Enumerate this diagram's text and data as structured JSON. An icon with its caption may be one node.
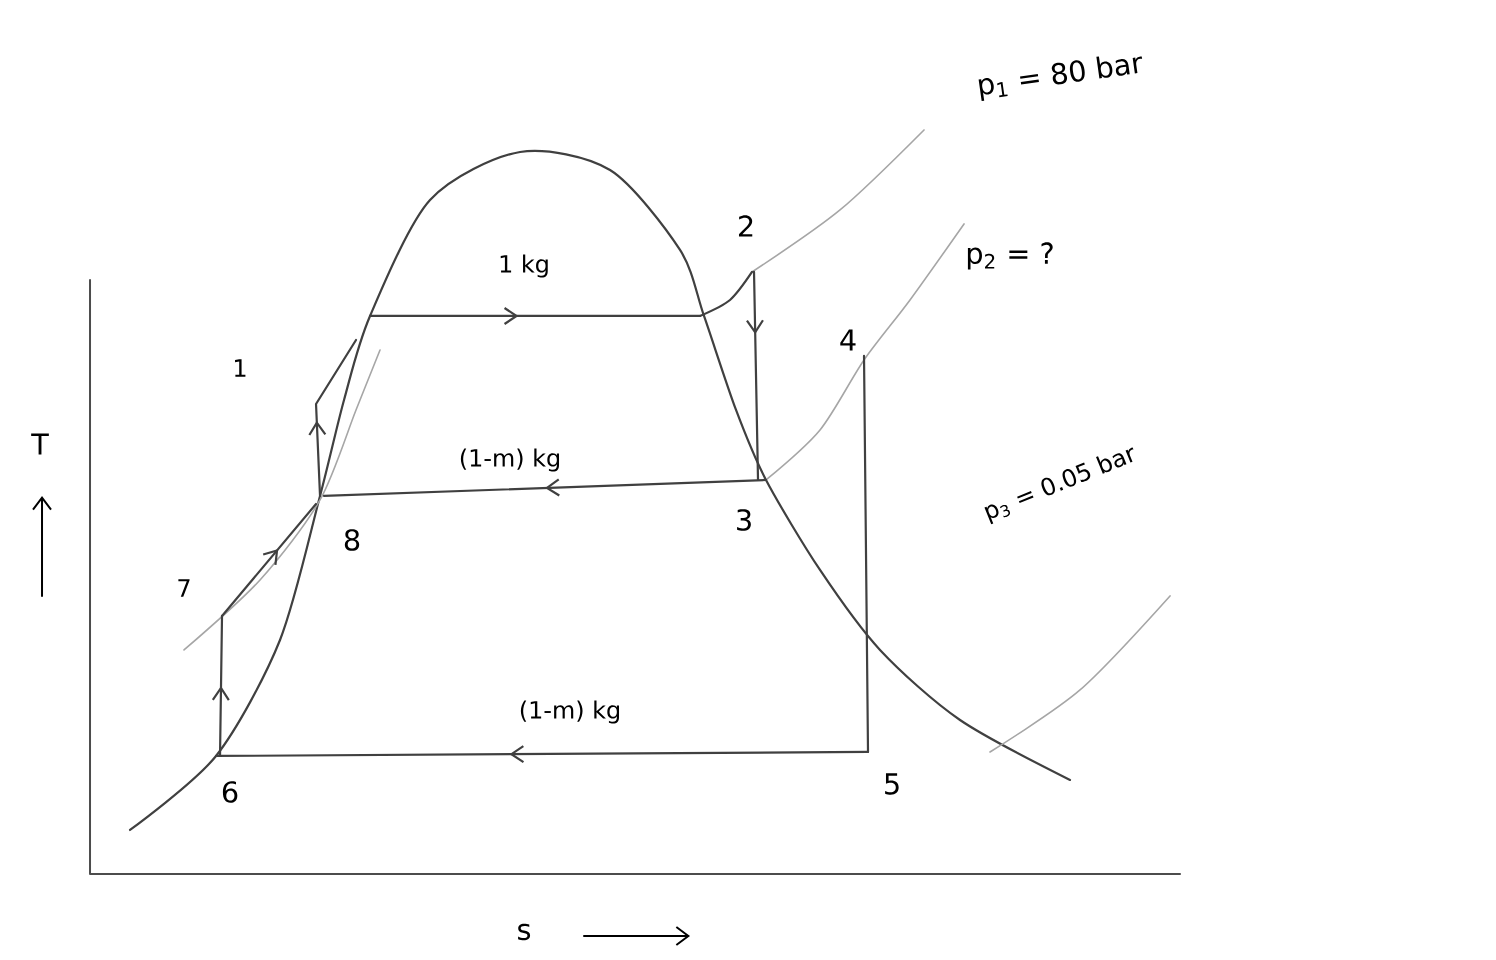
{
  "diagram": {
    "labels": [
      "p$_{1}$ = 80 bar",
      "2",
      "1 kg",
      "p$_{2}$ = ?",
      "4",
      "1",
      "T",
      "(1-m) kg",
      "3",
      "p$_{3}$ = 0.05 bar",
      "8",
      "7",
      "(1-m) kg",
      "6",
      "5",
      "s"
    ]
  }
}
